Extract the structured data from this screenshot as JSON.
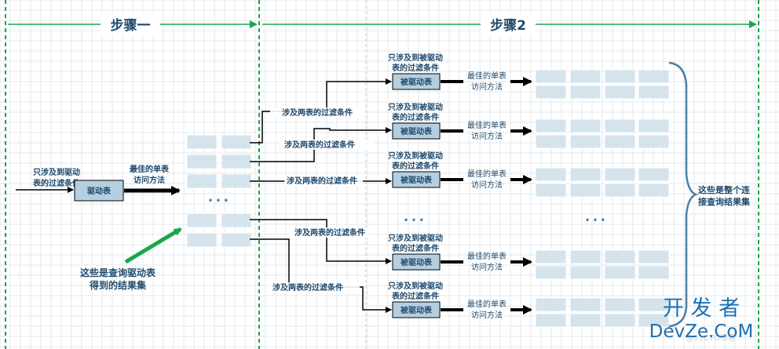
{
  "colors": {
    "grid": "#e3e8ec",
    "green": "#1aa64a",
    "cell": "#d4e3ec",
    "box": "#b6cfe0",
    "text": "#1e4a6e",
    "brace": "#4d7fa4",
    "arrow": "#000000"
  },
  "header": {
    "step1": "步骤一",
    "step2": "步骤2"
  },
  "driver": {
    "label": "驱动表",
    "cond": [
      "只涉及到驱动",
      "表的过滤条件"
    ],
    "access": [
      "最佳的单表",
      "访问方法"
    ]
  },
  "result_note": [
    "这些是查询驱动表",
    "得到的结果集"
  ],
  "join_cond": "涉及两表的过滤条件",
  "driven": {
    "label": "被驱动表",
    "cond": [
      "只涉及到被驱动",
      "表的过滤条件"
    ],
    "access": [
      "最佳的单表",
      "访问方法"
    ]
  },
  "ellipsis": "• • •",
  "final_note": [
    "这些是整个连",
    "接查询结果集"
  ],
  "watermark": {
    "line1": "开 发 者",
    "line2": "DevZe.CoM",
    "faint": "@51CTO博客"
  }
}
